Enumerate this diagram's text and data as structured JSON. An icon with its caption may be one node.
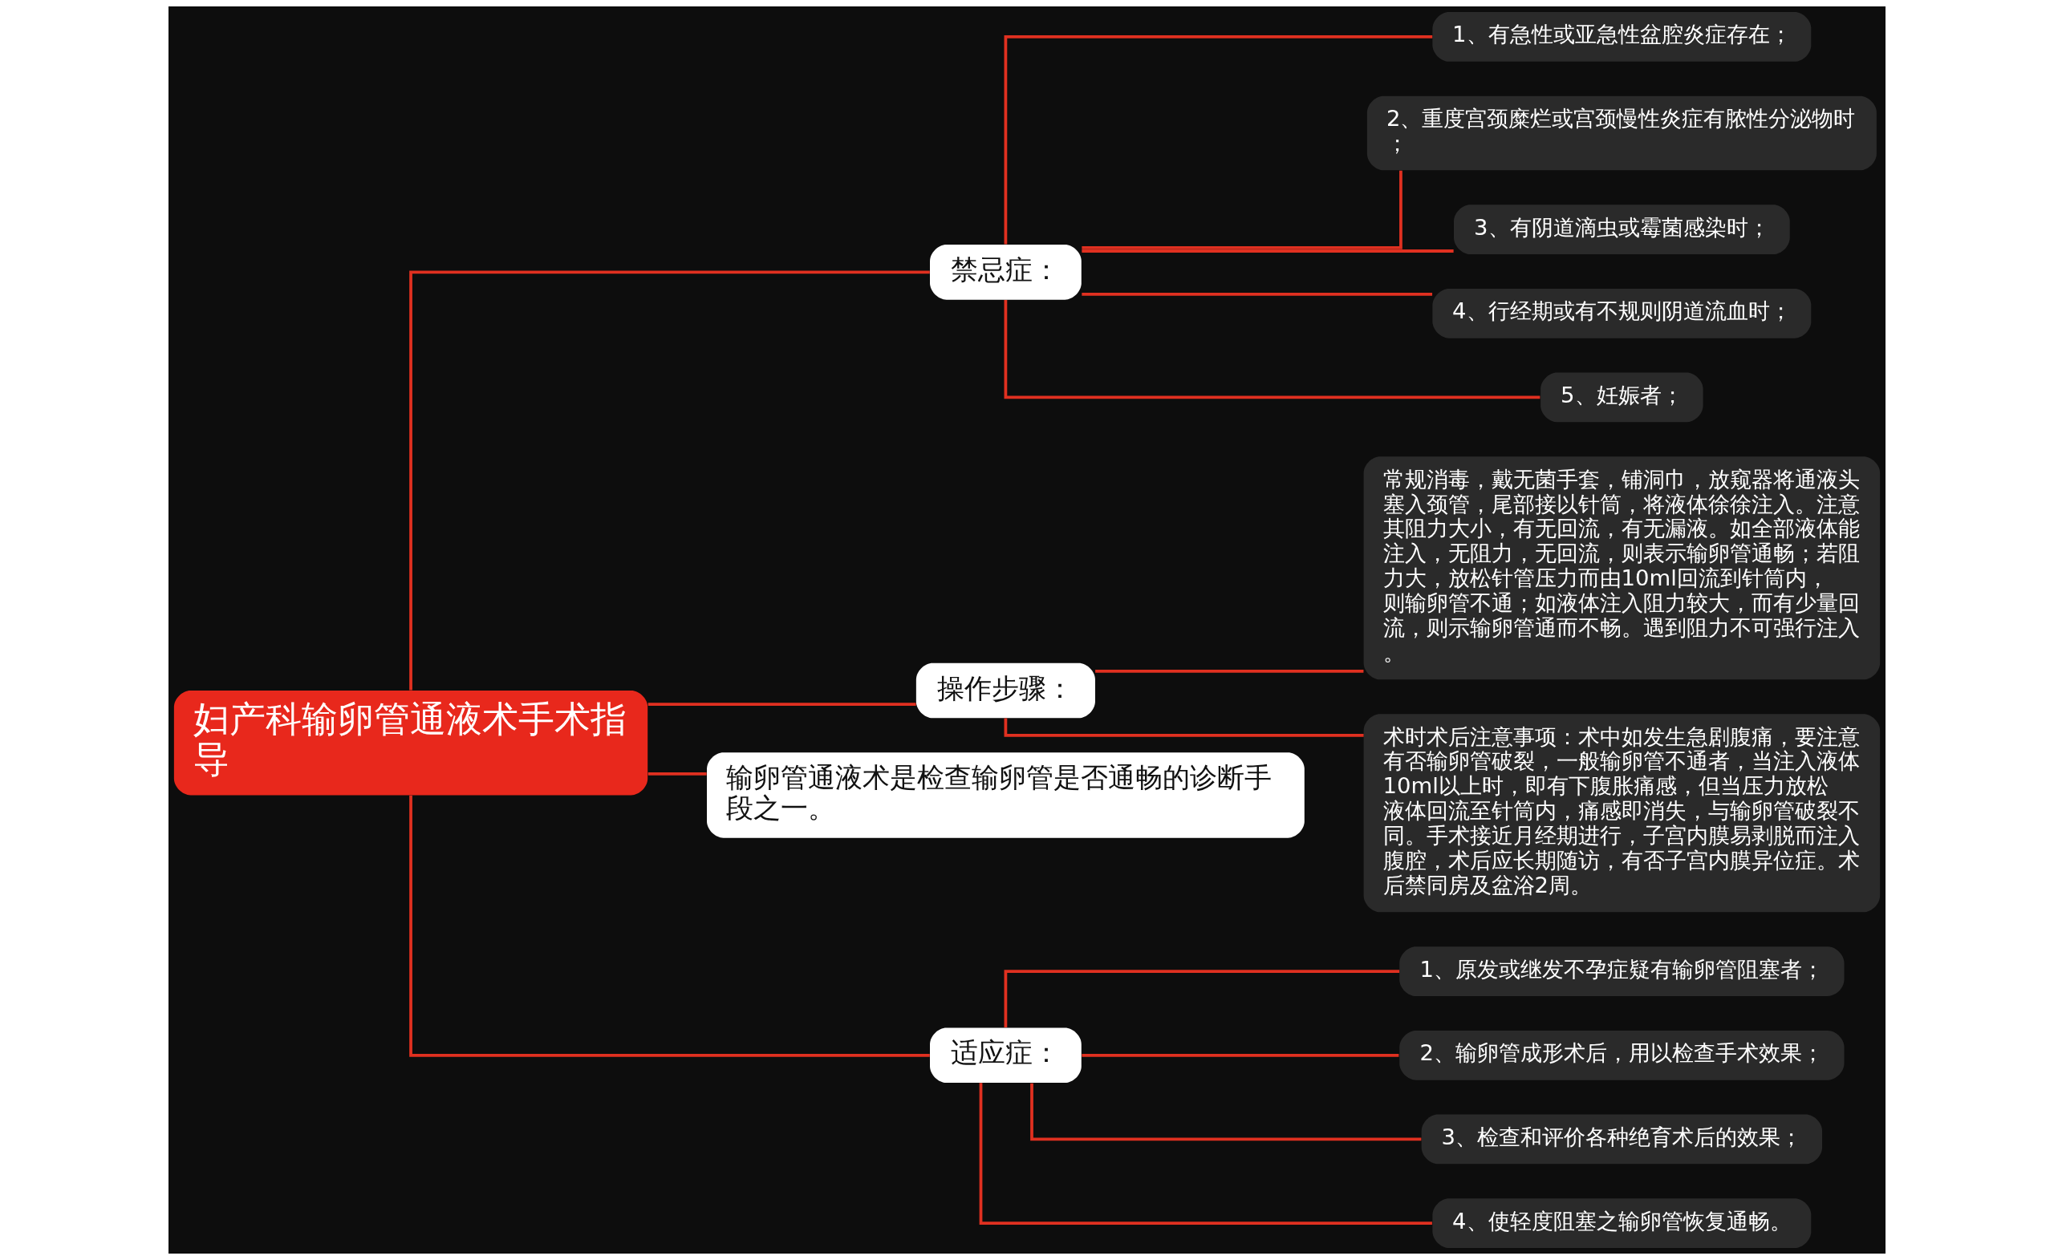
{
  "diagram": {
    "nodes": [
      {
        "text": [
          "妇产科输卵管通液术手术指导"
        ]
      },
      {
        "text": [
          "禁忌症："
        ]
      },
      {
        "text": [
          "1、有急性或亚急性盆腔炎症存在；"
        ]
      },
      {
        "text": [
          "2、重度宫颈糜烂或宫颈慢性炎症有脓性分泌物时；"
        ]
      },
      {
        "text": [
          "3、有阴道滴虫或霉菌感染时；"
        ]
      },
      {
        "text": [
          "4、行经期或有不规则阴道流血时；"
        ]
      },
      {
        "text": [
          "5、妊娠者；"
        ]
      },
      {
        "text": [
          "操作步骤："
        ]
      },
      {
        "text": [
          "常规消毒，戴无菌手套，铺洞巾，放窥器将通液头塞入颈管，尾部接以针筒，将液体徐徐注入。注意其阻力大小，有无回流，有无漏液。如全部液体能注入，无阻力，无回流，则表示输卵管通畅；若阻力大，放松针管压力而由10ml回流到针筒内，则输卵管不通；如液体注入阻力较大，而有少量回流，则示输卵管通而不畅。遇到阻力不可强行注入。"
        ]
      },
      {
        "text": [
          "术时术后注意事项：术中如发生急剧腹痛，要注意有否输卵管破裂，一般输卵管不通者，当注入液体10ml以上时，即有下腹胀痛感，但当压力放松液体回流至针筒内，痛感即消失，与输卵管破裂不同。手术接近月经期进行，子宫内膜易剥脱而注入腹腔，术后应长期随访，有否子宫内膜异位症。术后禁同房及盆浴2周。"
        ]
      },
      {
        "text": [
          "输卵管通液术是检查输卵管是否通畅的诊断手段之一。"
        ]
      },
      {
        "text": [
          "适应症："
        ]
      },
      {
        "text": [
          "1、原发或继发不孕症疑有输卵管阻塞者；"
        ]
      },
      {
        "text": [
          "2、输卵管成形术后，用以检查手术效果；"
        ]
      },
      {
        "text": [
          "3、检查和评价各种绝育术后的效果；"
        ]
      },
      {
        "text": [
          "4、使轻度阻塞之输卵管恢复通畅。"
        ]
      }
    ],
    "edges": [
      {
        "from": 0,
        "to": 1,
        "arrow": "none"
      },
      {
        "from": 1,
        "to": 2,
        "arrow": "none"
      },
      {
        "from": 1,
        "to": 3,
        "arrow": "none"
      },
      {
        "from": 1,
        "to": 4,
        "arrow": "none"
      },
      {
        "from": 1,
        "to": 5,
        "arrow": "none"
      },
      {
        "from": 1,
        "to": 6,
        "arrow": "none"
      },
      {
        "from": 0,
        "to": 7,
        "arrow": "none"
      },
      {
        "from": 7,
        "to": 8,
        "arrow": "none"
      },
      {
        "from": 7,
        "to": 9,
        "arrow": "none"
      },
      {
        "from": 0,
        "to": 10,
        "arrow": "none"
      },
      {
        "from": 0,
        "to": 11,
        "arrow": "none"
      },
      {
        "from": 11,
        "to": 12,
        "arrow": "none"
      },
      {
        "from": 11,
        "to": 13,
        "arrow": "none"
      },
      {
        "from": 11,
        "to": 14,
        "arrow": "none"
      },
      {
        "from": 11,
        "to": 15,
        "arrow": "none"
      }
    ]
  }
}
